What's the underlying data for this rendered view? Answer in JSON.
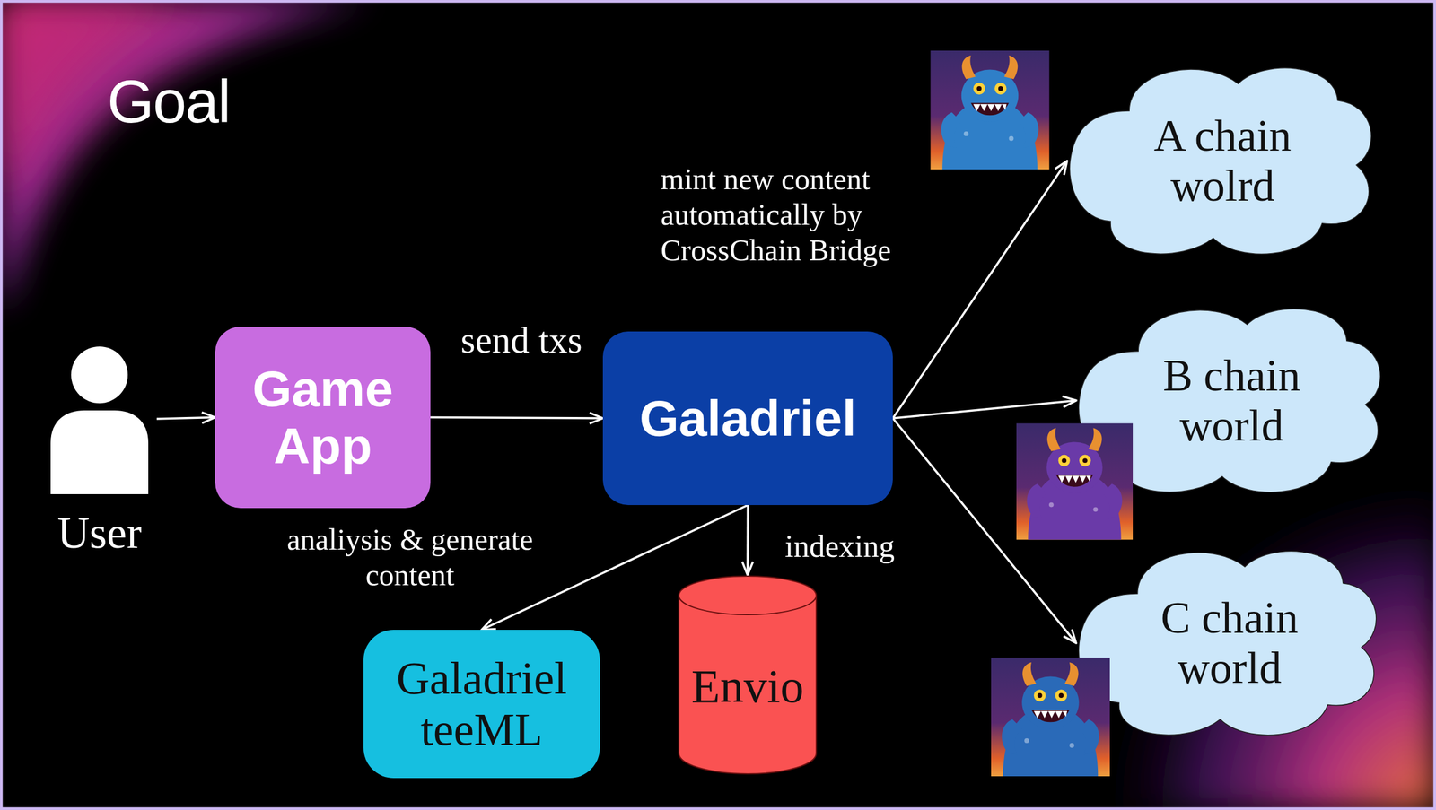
{
  "diagram": {
    "title": "Goal",
    "nodes": [
      {
        "text": [
          "User"
        ]
      },
      {
        "text": [
          "Game App"
        ]
      },
      {
        "text": [
          "Galadriel"
        ]
      },
      {
        "text": [
          "Galadriel teeML"
        ]
      },
      {
        "text": [
          "Envio"
        ]
      },
      {
        "text": [
          "A chain wolrd"
        ]
      },
      {
        "text": [
          "B chain world"
        ]
      },
      {
        "text": [
          "C chain world"
        ]
      }
    ],
    "edges": [
      {
        "from": 0,
        "to": 1,
        "arrow": "to"
      },
      {
        "from": 1,
        "to": 2,
        "label": "send txs",
        "arrow": "to"
      },
      {
        "from": 2,
        "to": 3,
        "label": "analiysis & generate content",
        "arrow": "to"
      },
      {
        "from": 2,
        "to": 4,
        "label": "indexing",
        "arrow": "to"
      },
      {
        "from": 2,
        "to": 5,
        "label": "mint new content automatically by CrossChain Bridge",
        "arrow": "to"
      },
      {
        "from": 2,
        "to": 6,
        "arrow": "to"
      },
      {
        "from": 2,
        "to": 7,
        "arrow": "to"
      }
    ]
  }
}
